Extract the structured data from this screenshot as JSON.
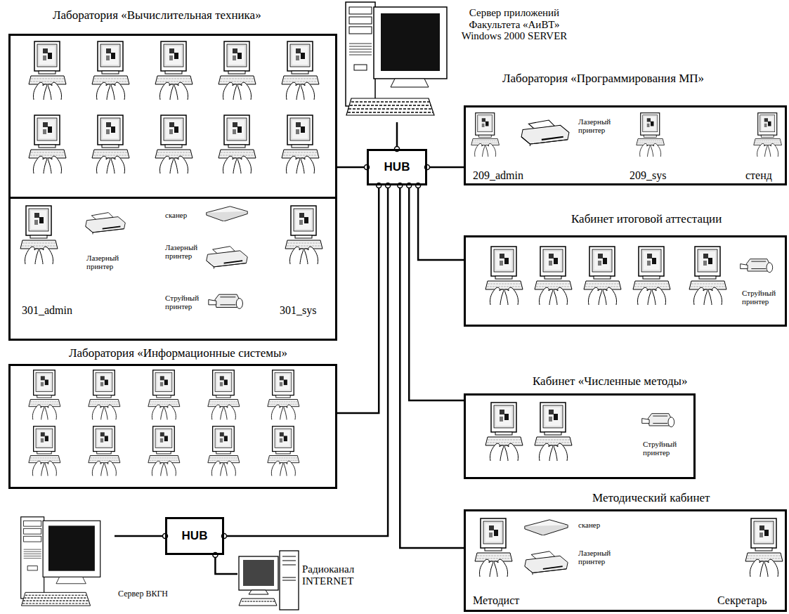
{
  "diagram": {
    "nodes": [
      {
        "text": [
          "Лаборатория «Вычислительная техника»"
        ]
      },
      {
        "text": [
          "Лазерный принтер",
          "сканер",
          "Лазерный принтер",
          "Струйный принтер",
          "301_admin",
          "301_sys"
        ]
      },
      {
        "text": [
          "Сервер приложений Факультета «АиВТ» Windows 2000 SERVER"
        ]
      },
      {
        "text": [
          "HUB"
        ]
      },
      {
        "text": [
          "Лаборатория «Программирования МП»",
          "209_admin",
          "Лазерный принтер",
          "209_sys",
          "стенд"
        ]
      },
      {
        "text": [
          "Кабинет итоговой аттестации",
          "Струйный принтер"
        ]
      },
      {
        "text": [
          "Лаборатория «Информационные системы»"
        ]
      },
      {
        "text": [
          "Кабинет «Численные методы»",
          "Струйный принтер"
        ]
      },
      {
        "text": [
          "Методический кабинет",
          "сканер",
          "Лазерный принтер",
          "Методист",
          "Секретарь"
        ]
      },
      {
        "text": [
          "HUB"
        ]
      },
      {
        "text": [
          "Сервер ВКГН"
        ]
      },
      {
        "text": [
          "Радиоканал INTERNET"
        ]
      }
    ],
    "edges": [
      {
        "from": 0,
        "to": 3,
        "arrow": "none"
      },
      {
        "from": 2,
        "to": 3,
        "arrow": "none"
      },
      {
        "from": 3,
        "to": 4,
        "arrow": "none"
      },
      {
        "from": 3,
        "to": 5,
        "arrow": "none"
      },
      {
        "from": 3,
        "to": 6,
        "arrow": "none"
      },
      {
        "from": 3,
        "to": 7,
        "arrow": "none"
      },
      {
        "from": 3,
        "to": 8,
        "arrow": "none"
      },
      {
        "from": 3,
        "to": 9,
        "arrow": "none"
      },
      {
        "from": 9,
        "to": 10,
        "arrow": "none"
      },
      {
        "from": 9,
        "to": 11,
        "arrow": "none"
      }
    ]
  }
}
